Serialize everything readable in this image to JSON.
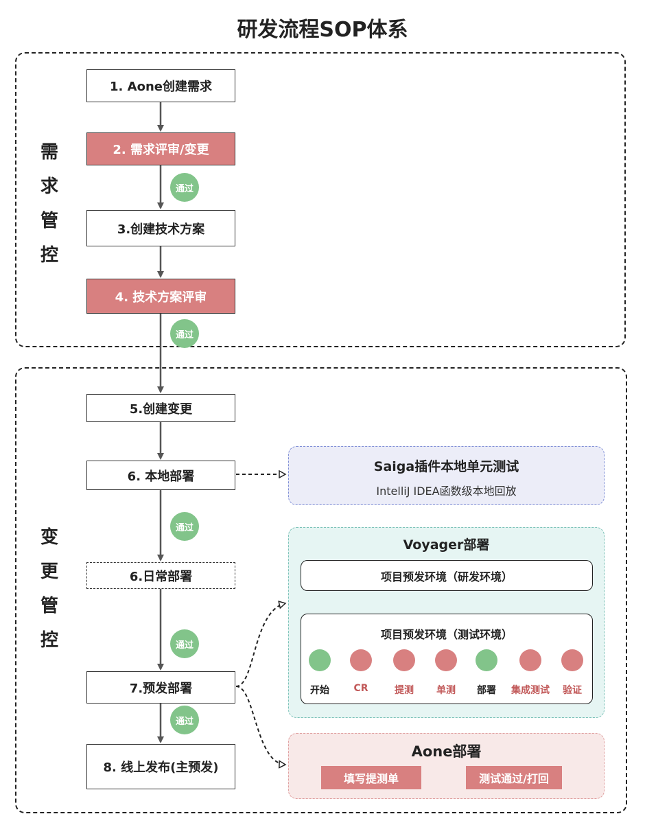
{
  "title": "研发流程SOP体系",
  "sections": {
    "requirements": "需求管控",
    "changes": "变更管控"
  },
  "steps": {
    "s1": "1. Aone创建需求",
    "s2": "2. 需求评审/变更",
    "s3": "3.创建技术方案",
    "s4": "4. 技术方案评审",
    "s5": "5.创建变更",
    "s6a": "6. 本地部署",
    "s6b": "6.日常部署",
    "s7": "7.预发部署",
    "s8": "8. 线上发布(主预发)"
  },
  "badge_label": "通过",
  "saiga": {
    "title": "Saiga插件本地单元测试",
    "subtitle": "IntelliJ IDEA函数级本地回放"
  },
  "voyager": {
    "title": "Voyager部署",
    "env_dev": "项目预发环境（研发环境）",
    "env_test": "项目预发环境（测试环境）",
    "stages": [
      {
        "label": "开始",
        "status": "green"
      },
      {
        "label": "CR",
        "status": "red"
      },
      {
        "label": "提测",
        "status": "red"
      },
      {
        "label": "单测",
        "status": "red"
      },
      {
        "label": "部署",
        "status": "green"
      },
      {
        "label": "集成测试",
        "status": "red"
      },
      {
        "label": "验证",
        "status": "red"
      }
    ]
  },
  "aone": {
    "title": "Aone部署",
    "step1": "填写提测单",
    "step2": "测试通过/打回"
  },
  "colors": {
    "accent_red": "#d88080",
    "accent_green": "#82c48a",
    "saiga_bg": "#ecedf8",
    "voyager_bg": "#e6f5f3",
    "aone_bg": "#f8e9e8"
  }
}
